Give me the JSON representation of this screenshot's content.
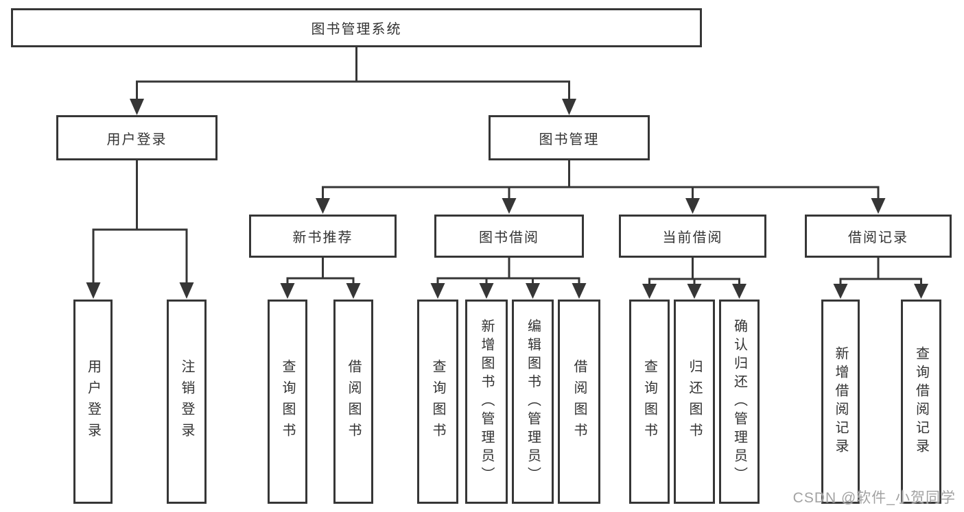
{
  "tree": {
    "label": "图书管理系统",
    "children": [
      {
        "label": "用户登录",
        "children": [
          {
            "label": "用户登录"
          },
          {
            "label": "注销登录"
          }
        ]
      },
      {
        "label": "图书管理",
        "children": [
          {
            "label": "新书推荐",
            "children": [
              {
                "label": "查询图书"
              },
              {
                "label": "借阅图书"
              }
            ]
          },
          {
            "label": "图书借阅",
            "children": [
              {
                "label": "查询图书"
              },
              {
                "label": "新增图书（管理员）"
              },
              {
                "label": "编辑图书（管理员）"
              },
              {
                "label": "借阅图书"
              }
            ]
          },
          {
            "label": "当前借阅",
            "children": [
              {
                "label": "查询图书"
              },
              {
                "label": "归还图书"
              },
              {
                "label": "确认归还（管理员）"
              }
            ]
          },
          {
            "label": "借阅记录",
            "children": [
              {
                "label": "新增借阅记录"
              },
              {
                "label": "查询借阅记录"
              }
            ]
          }
        ]
      }
    ]
  },
  "watermark": "CSDN @软件_小贺同学",
  "colors": {
    "line": "#363636",
    "box_border": "#363636",
    "text": "#333333",
    "background": "#ffffff",
    "watermark": "#a2a2a2"
  }
}
